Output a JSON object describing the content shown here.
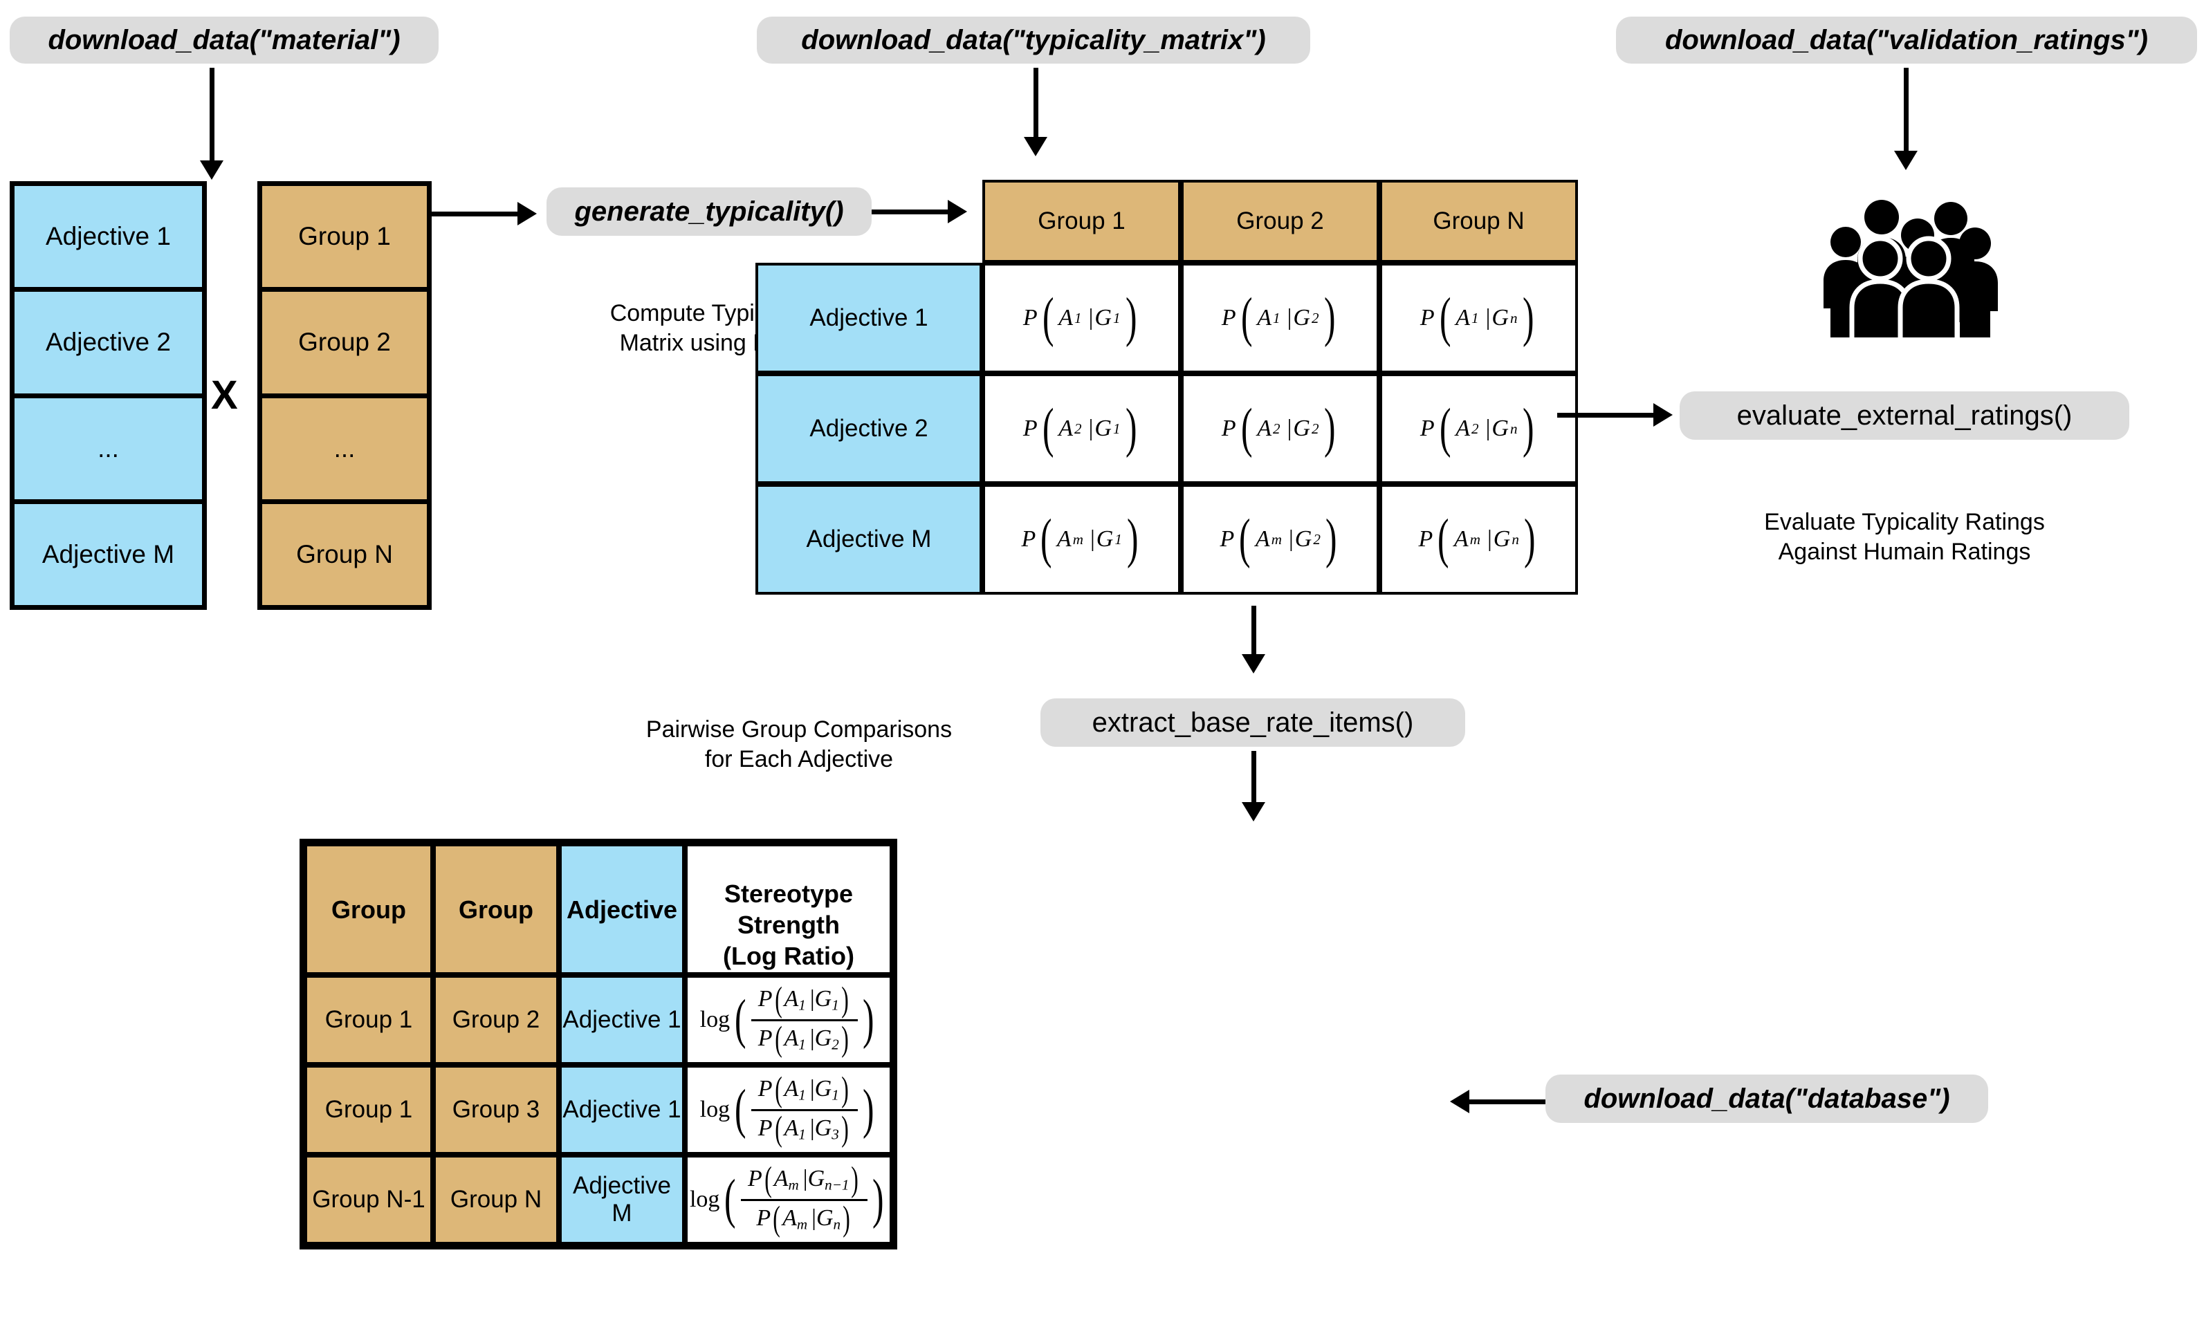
{
  "pipeline": {
    "download_material": "download_data(\"material\")",
    "download_typicality_matrix": "download_data(\"typicality_matrix\")",
    "download_validation_ratings": "download_data(\"validation_ratings\")",
    "download_database": "download_data(\"database\")",
    "generate_typicality": "generate_typicality()",
    "evaluate_external_ratings": "evaluate_external_ratings()",
    "extract_base_rate_items": "extract_base_rate_items()"
  },
  "captions": {
    "compute_typicality": "Compute Typicality\nMatrix using LLM",
    "evaluate_ratings": "Evaluate Typicality Ratings\nAgainst Humain Ratings",
    "pairwise": "Pairwise Group Comparisons\nfor Each Adjective"
  },
  "adjective_stack": {
    "items": [
      "Adjective 1",
      "Adjective 2",
      "...",
      "Adjective M"
    ]
  },
  "group_stack": {
    "items": [
      "Group 1",
      "Group 2",
      "...",
      "Group N"
    ]
  },
  "cross_symbol": "X",
  "typicality_matrix": {
    "column_headers": [
      "Group 1",
      "Group 2",
      "Group N"
    ],
    "row_headers": [
      "Adjective 1",
      "Adjective 2",
      "Adjective M"
    ],
    "cells": [
      [
        {
          "a": "A",
          "asub": "1",
          "g": "G",
          "gsub": "1"
        },
        {
          "a": "A",
          "asub": "1",
          "g": "G",
          "gsub": "2"
        },
        {
          "a": "A",
          "asub": "1",
          "g": "G",
          "gsub": "n"
        }
      ],
      [
        {
          "a": "A",
          "asub": "2",
          "g": "G",
          "gsub": "1"
        },
        {
          "a": "A",
          "asub": "2",
          "g": "G",
          "gsub": "2"
        },
        {
          "a": "A",
          "asub": "2",
          "g": "G",
          "gsub": "n"
        }
      ],
      [
        {
          "a": "A",
          "asub": "m",
          "g": "G",
          "gsub": "1"
        },
        {
          "a": "A",
          "asub": "m",
          "g": "G",
          "gsub": "2"
        },
        {
          "a": "A",
          "asub": "m",
          "g": "G",
          "gsub": "n"
        }
      ]
    ]
  },
  "results_table": {
    "headers": [
      "Group",
      "Group",
      "Adjective",
      "Stereotype Strength\n(Log Ratio)"
    ],
    "rows": [
      {
        "group_a": "Group 1",
        "group_b": "Group 2",
        "adjective": "Adjective 1",
        "num": {
          "a": "A",
          "asub": "1",
          "g": "G",
          "gsub": "1"
        },
        "den": {
          "a": "A",
          "asub": "1",
          "g": "G",
          "gsub": "2"
        }
      },
      {
        "group_a": "Group 1",
        "group_b": "Group 3",
        "adjective": "Adjective 1",
        "num": {
          "a": "A",
          "asub": "1",
          "g": "G",
          "gsub": "1"
        },
        "den": {
          "a": "A",
          "asub": "1",
          "g": "G",
          "gsub": "3"
        }
      },
      {
        "group_a": "Group N-1",
        "group_b": "Group N",
        "adjective": "Adjective M",
        "num": {
          "a": "A",
          "asub": "m",
          "g": "G",
          "gsub": "n−1"
        },
        "den": {
          "a": "A",
          "asub": "m",
          "g": "G",
          "gsub": "n"
        }
      }
    ]
  },
  "icons": {
    "people": "people-group-icon"
  },
  "colors": {
    "blue": "#a3dff7",
    "tan": "#ddb778",
    "pill_gray": "#dcdcdc",
    "stroke": "#000000",
    "background": "#ffffff"
  }
}
